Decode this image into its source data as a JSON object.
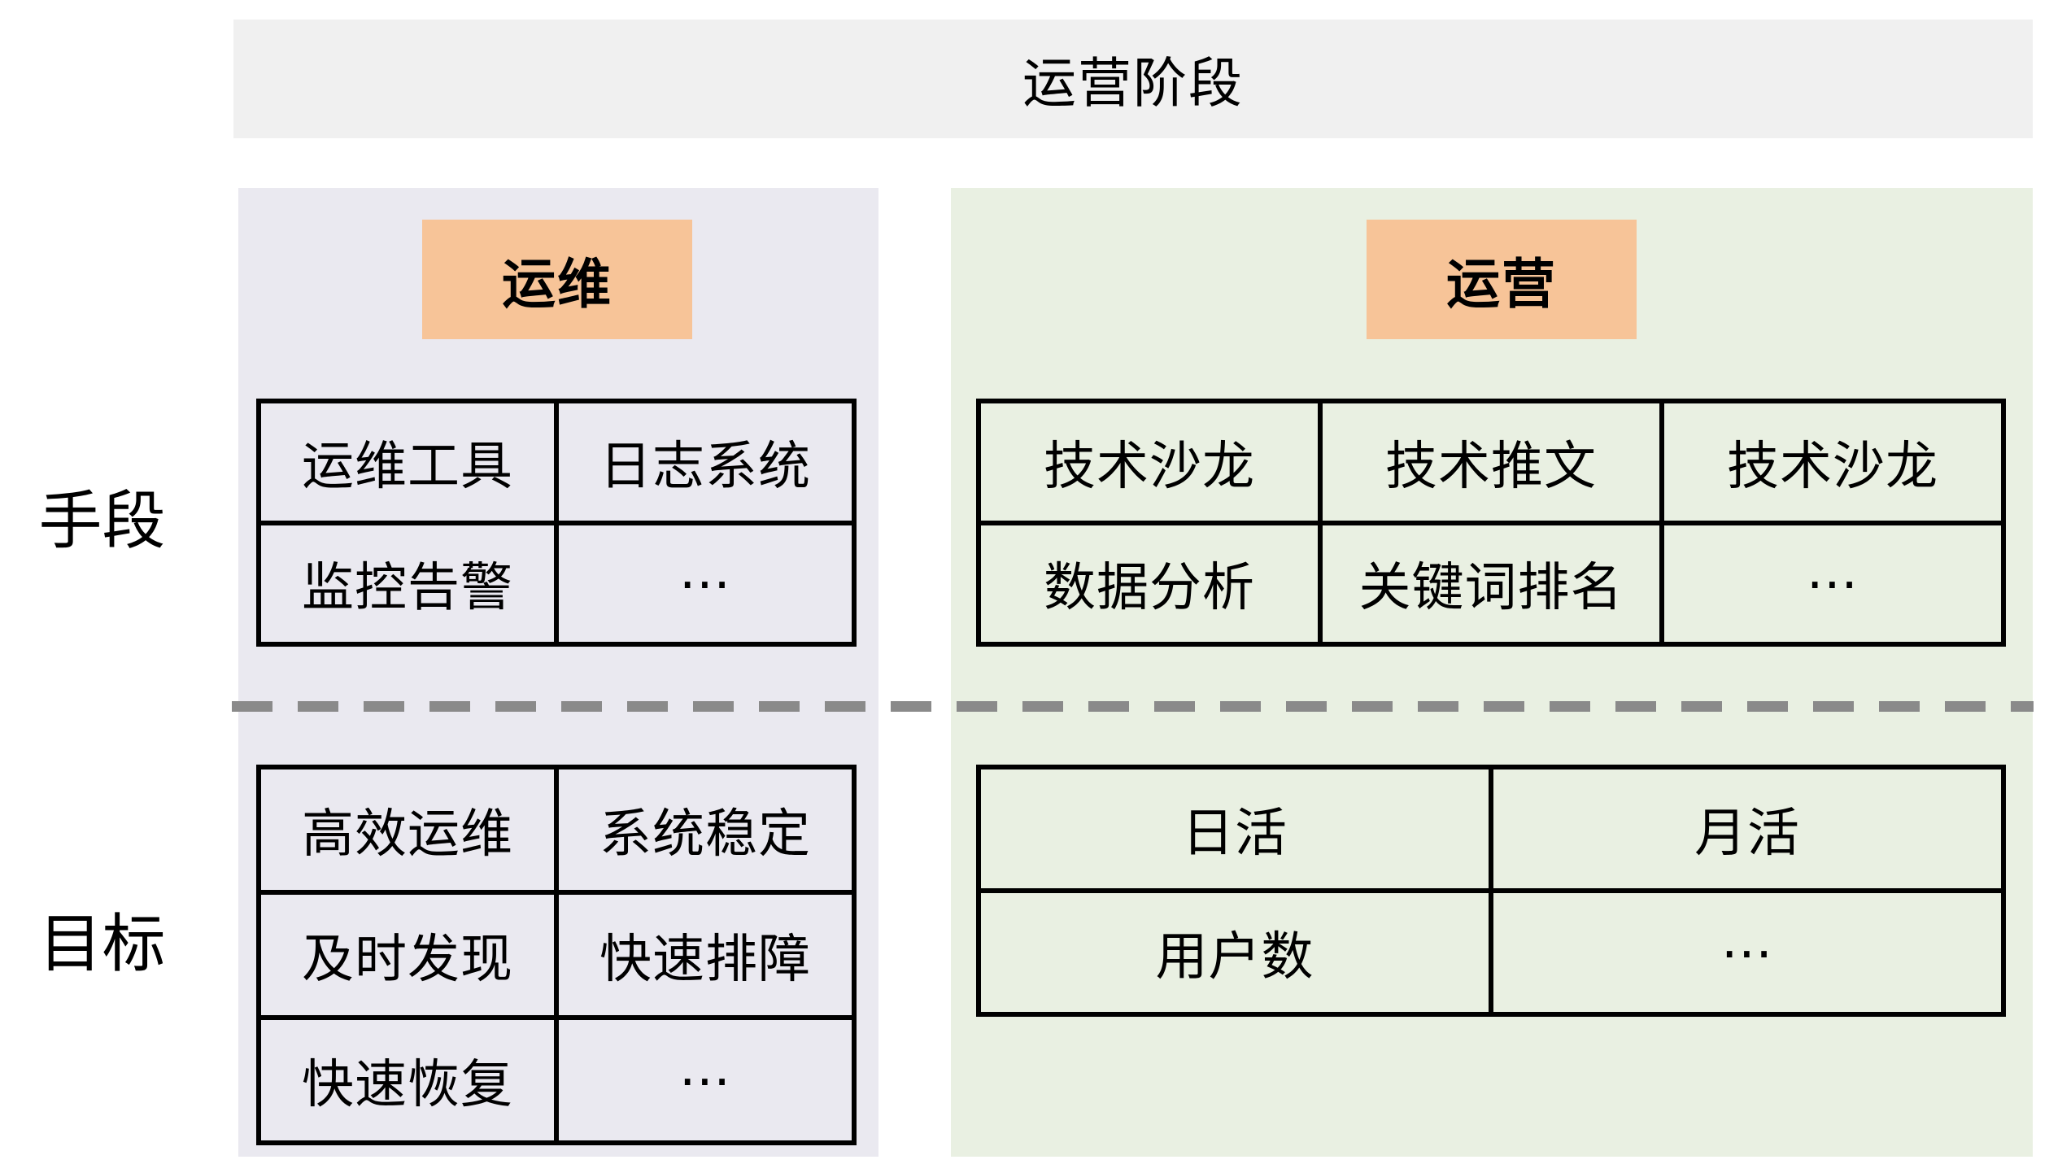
{
  "header": {
    "title": "运营阶段"
  },
  "row_labels": {
    "methods": "手段",
    "goals": "目标"
  },
  "columns": {
    "ops_maintenance": {
      "title": "运维",
      "methods": [
        [
          "运维工具",
          "日志系统"
        ],
        [
          "监控告警",
          "⋯"
        ]
      ],
      "goals": [
        [
          "高效运维",
          "系统稳定"
        ],
        [
          "及时发现",
          "快速排障"
        ],
        [
          "快速恢复",
          "⋯"
        ]
      ]
    },
    "operations": {
      "title": "运营",
      "methods": [
        [
          "技术沙龙",
          "技术推文",
          "技术沙龙"
        ],
        [
          "数据分析",
          "关键词排名",
          "⋯"
        ]
      ],
      "goals": [
        [
          "日活",
          "月活"
        ],
        [
          "用户数",
          "⋯"
        ]
      ]
    }
  },
  "colors": {
    "header_bg": "#f0f0f0",
    "left_panel_bg": "#eae9f0",
    "right_panel_bg": "#e9f0e2",
    "accent_orange": "#f7c498",
    "grid_border": "#000000",
    "dashed_line": "#8a8a8a",
    "canvas_bg": "#ffffff",
    "text": "#000000"
  }
}
